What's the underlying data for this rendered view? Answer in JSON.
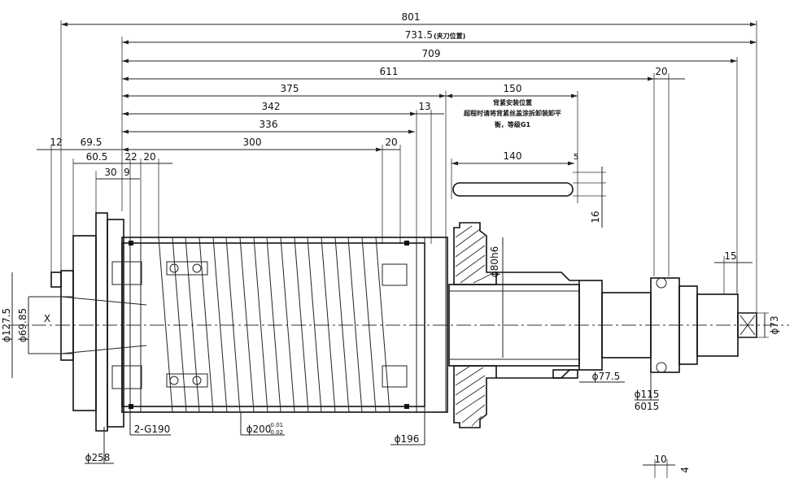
{
  "overall": {
    "d801": "801",
    "d731": "731.5",
    "d731_note": "(夹刀位置)",
    "d709": "709",
    "d611": "611",
    "d20_top": "20",
    "d375": "375",
    "d342": "342",
    "d336": "336",
    "d300": "300",
    "d13": "13",
    "d20_mid": "20",
    "d150": "150",
    "d140": "140",
    "d5": "5",
    "d16": "16",
    "d12": "12",
    "d69_5": "69.5",
    "d60_5": "60.5",
    "d22": "22",
    "d20_left": "20",
    "d30": "30",
    "d9": "9",
    "d15": "15",
    "d10": "10",
    "d4": "4"
  },
  "notes": {
    "line1": "背紧安装位置",
    "line2": "超程时请将背紧丝盖涂拆卸装卸平",
    "line3": "衡，等级G1"
  },
  "diameters": {
    "d127_5": "ϕ127.5",
    "d69_85": "ϕ69.85",
    "x_label": "X",
    "d80h6": "ϕ80h6",
    "d73": "ϕ73",
    "d77_5": "ϕ77.5",
    "d115": "ϕ115",
    "bearing": "6015",
    "d258": "ϕ258",
    "g190": "2-G190",
    "d200": "ϕ200",
    "d200_tol_upper": "-0.01",
    "d200_tol_lower": "-0.02",
    "d196": "ϕ196"
  }
}
